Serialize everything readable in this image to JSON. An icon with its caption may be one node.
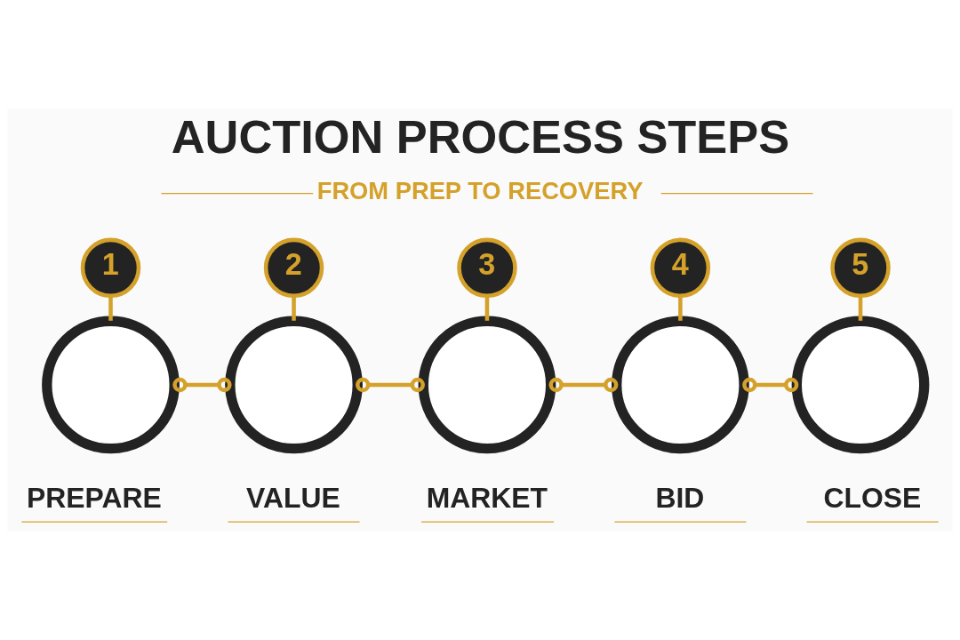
{
  "diagram": {
    "title": "AUCTION PROCESS STEPS",
    "nodes": [
      {
        "text": [
          "1"
        ]
      },
      {
        "text": [
          "2"
        ]
      },
      {
        "text": [
          "3"
        ]
      },
      {
        "text": [
          "4"
        ]
      },
      {
        "text": [
          "5"
        ]
      },
      {
        "text": [],
        "shape": "circle",
        "beside": [
          "PREPARE"
        ]
      },
      {
        "text": [],
        "shape": "circle",
        "beside": [
          "VALUE"
        ]
      },
      {
        "text": [],
        "shape": "circle",
        "beside": [
          "MARKET"
        ]
      },
      {
        "text": [],
        "shape": "circle",
        "beside": [
          "BID"
        ]
      },
      {
        "text": [],
        "shape": "circle",
        "beside": [
          "CLOSE"
        ]
      }
    ],
    "edges": [
      {
        "from": 0,
        "to": 5,
        "arrow": "none"
      },
      {
        "from": 1,
        "to": 6,
        "arrow": "none"
      },
      {
        "from": 2,
        "to": 7,
        "arrow": "none"
      },
      {
        "from": 3,
        "to": 8,
        "arrow": "none"
      },
      {
        "from": 4,
        "to": 9,
        "arrow": "none"
      },
      {
        "from": 5,
        "to": 6,
        "arrow": "other"
      },
      {
        "from": 6,
        "to": 7,
        "arrow": "other"
      },
      {
        "from": 7,
        "to": 8,
        "arrow": "other"
      },
      {
        "from": 8,
        "to": 9,
        "arrow": "other"
      }
    ],
    "labels": [
      "FROM PREP TO RECOVERY"
    ]
  }
}
